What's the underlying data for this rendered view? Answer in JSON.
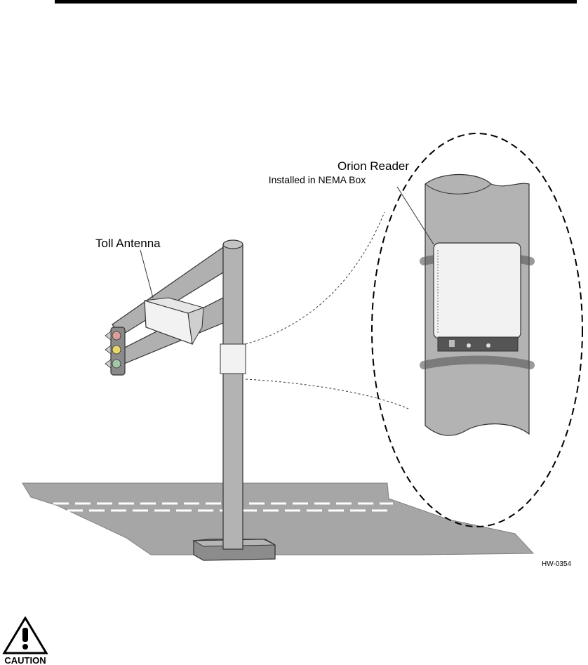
{
  "header": {
    "has_rule": true
  },
  "figure": {
    "labels": {
      "reader_title": "Orion Reader",
      "reader_subtitle": "Installed in NEMA Box",
      "antenna": "Toll Antenna",
      "figure_id": "HW-0354"
    },
    "colors": {
      "pole": "#b3b3b3",
      "road": "#a6a6a6",
      "box": "#f2f2f2",
      "outline": "#333333",
      "light_red": "#d9a09a",
      "light_yellow": "#e8d86a",
      "light_green": "#a3c7a8"
    }
  },
  "caution": {
    "label": "CAUTION",
    "icon": "caution-exclamation-icon"
  }
}
